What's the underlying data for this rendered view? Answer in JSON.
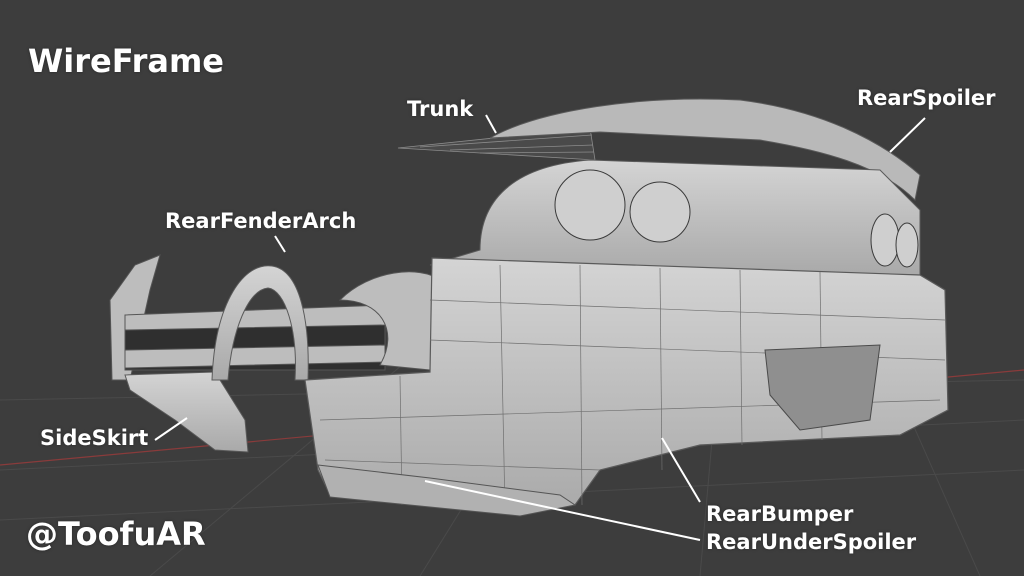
{
  "title": "WireFrame",
  "credit": "@ToofuAR",
  "labels": {
    "trunk": "Trunk",
    "rear_spoiler": "RearSpoiler",
    "rear_fender_arch": "RearFenderArch",
    "side_skirt": "SideSkirt",
    "rear_bumper": "RearBumper",
    "rear_under_spoiler": "RearUnderSpoiler"
  },
  "colors": {
    "background": "#3d3d3d",
    "mesh_fill": "#c8c8c8",
    "mesh_wire": "#5a5a5a",
    "label": "#ffffff",
    "axis_red": "#8a3b3b"
  }
}
